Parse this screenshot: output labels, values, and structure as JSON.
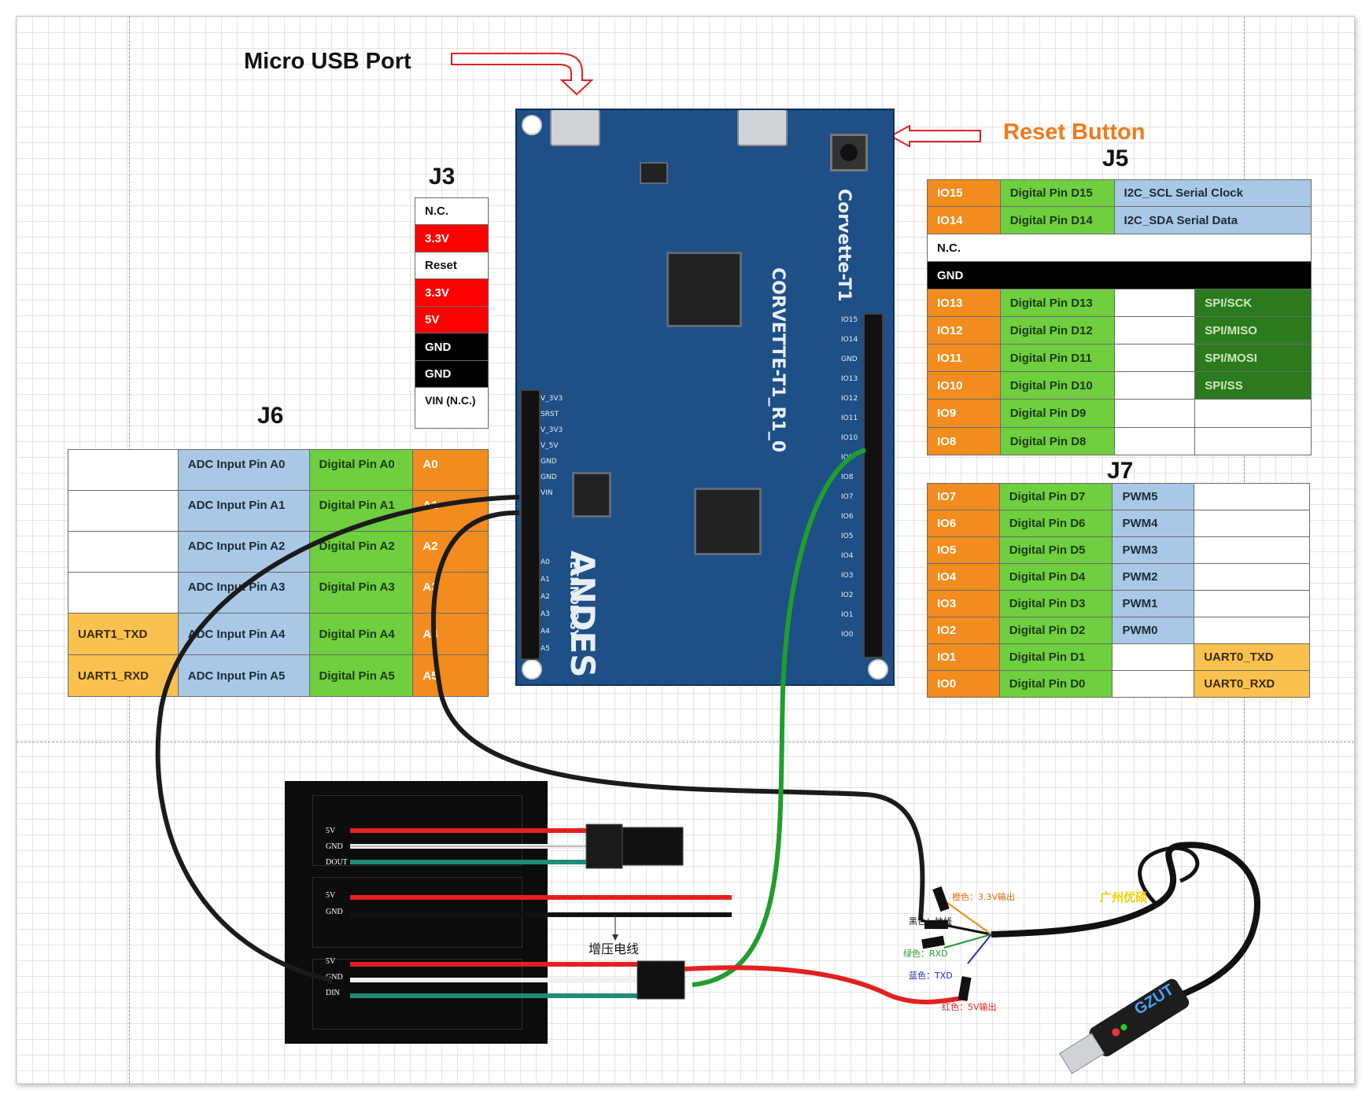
{
  "labels": {
    "micro_usb": "Micro USB Port",
    "reset_button": "Reset Button",
    "boost_wire": "增压电线",
    "gzut": "GZUT",
    "brand_cn": "广州优硕"
  },
  "colors": {
    "orange": "#f28c1e",
    "light_blue": "#a8c8e6",
    "green": "#6fcf3e",
    "dark_green": "#2b7a1e",
    "yellow": "#fbc14e",
    "red": "#ff0000",
    "black": "#000000",
    "pcb_blue": "#1e4f86",
    "wire_green": "#1f9e2e",
    "wire_red": "#e32020"
  },
  "j3": {
    "title": "J3",
    "rows": [
      "N.C.",
      "3.3V",
      "Reset",
      "3.3V",
      "5V",
      "GND",
      "GND",
      "VIN (N.C.)"
    ]
  },
  "j6": {
    "title": "J6",
    "rows": [
      [
        "",
        "ADC Input Pin A0",
        "Digital Pin A0",
        "A0"
      ],
      [
        "",
        "ADC Input Pin A1",
        "Digital Pin A1",
        "A1"
      ],
      [
        "",
        "ADC Input Pin A2",
        "Digital Pin A2",
        "A2"
      ],
      [
        "",
        "ADC Input Pin A3",
        "Digital Pin A3",
        "A3"
      ],
      [
        "UART1_TXD",
        "ADC Input Pin A4",
        "Digital Pin A4",
        "A4"
      ],
      [
        "UART1_RXD",
        "ADC Input Pin A5",
        "Digital Pin A5",
        "A5"
      ]
    ]
  },
  "j5": {
    "title": "J5",
    "i2c": [
      [
        "IO15",
        "Digital Pin D15",
        "I2C_SCL Serial Clock"
      ],
      [
        "IO14",
        "Digital Pin D14",
        "I2C_SDA Serial Data"
      ]
    ],
    "nc": "N.C.",
    "gnd": "GND",
    "rows": [
      [
        "IO13",
        "Digital Pin D13",
        "",
        "SPI/SCK"
      ],
      [
        "IO12",
        "Digital Pin D12",
        "",
        "SPI/MISO"
      ],
      [
        "IO11",
        "Digital Pin D11",
        "",
        "SPI/MOSI"
      ],
      [
        "IO10",
        "Digital Pin D10",
        "",
        "SPI/SS"
      ],
      [
        "IO9",
        "Digital Pin D9",
        "",
        ""
      ],
      [
        "IO8",
        "Digital Pin D8",
        "",
        ""
      ]
    ]
  },
  "j7": {
    "title": "J7",
    "rows": [
      [
        "IO7",
        "Digital Pin D7",
        "PWM5",
        ""
      ],
      [
        "IO6",
        "Digital Pin D6",
        "PWM4",
        ""
      ],
      [
        "IO5",
        "Digital Pin D5",
        "PWM3",
        ""
      ],
      [
        "IO4",
        "Digital Pin D4",
        "PWM2",
        ""
      ],
      [
        "IO3",
        "Digital Pin D3",
        "PWM1",
        ""
      ],
      [
        "IO2",
        "Digital Pin D2",
        "PWM0",
        ""
      ],
      [
        "IO1",
        "Digital Pin D1",
        "",
        "UART0_TXD"
      ],
      [
        "IO0",
        "Digital Pin D0",
        "",
        "UART0_RXD"
      ]
    ]
  },
  "board": {
    "silk_main": "CORVETTE-T1_R1_0",
    "silk_side": "Corvette-T1",
    "brand": "ANDES",
    "brand_sub": "TECHNOLOGY",
    "left_pins": [
      "V_3V3",
      "SRST",
      "V_3V3",
      "V_5V",
      "GND",
      "GND",
      "VIN"
    ],
    "analog_pins": [
      "A0",
      "A1",
      "A2",
      "A3",
      "A4",
      "A5"
    ],
    "right_pins": [
      "IO15",
      "IO14",
      "GND",
      "IO13",
      "IO12",
      "IO11",
      "IO10",
      "IO9",
      "IO8",
      "IO7",
      "IO6",
      "IO5",
      "IO4",
      "IO3",
      "IO2",
      "IO1",
      "IO0"
    ]
  },
  "sensor": {
    "pads": [
      "5V",
      "GND",
      "DOUT",
      "5V",
      "GND",
      "5V",
      "GND",
      "DIN"
    ]
  },
  "usb_cable": {
    "orange": "橙色：3.3V输出",
    "black": "黑色：地线",
    "green": "绿色：RXD",
    "blue": "蓝色：TXD",
    "red": "红色：5V输出"
  }
}
